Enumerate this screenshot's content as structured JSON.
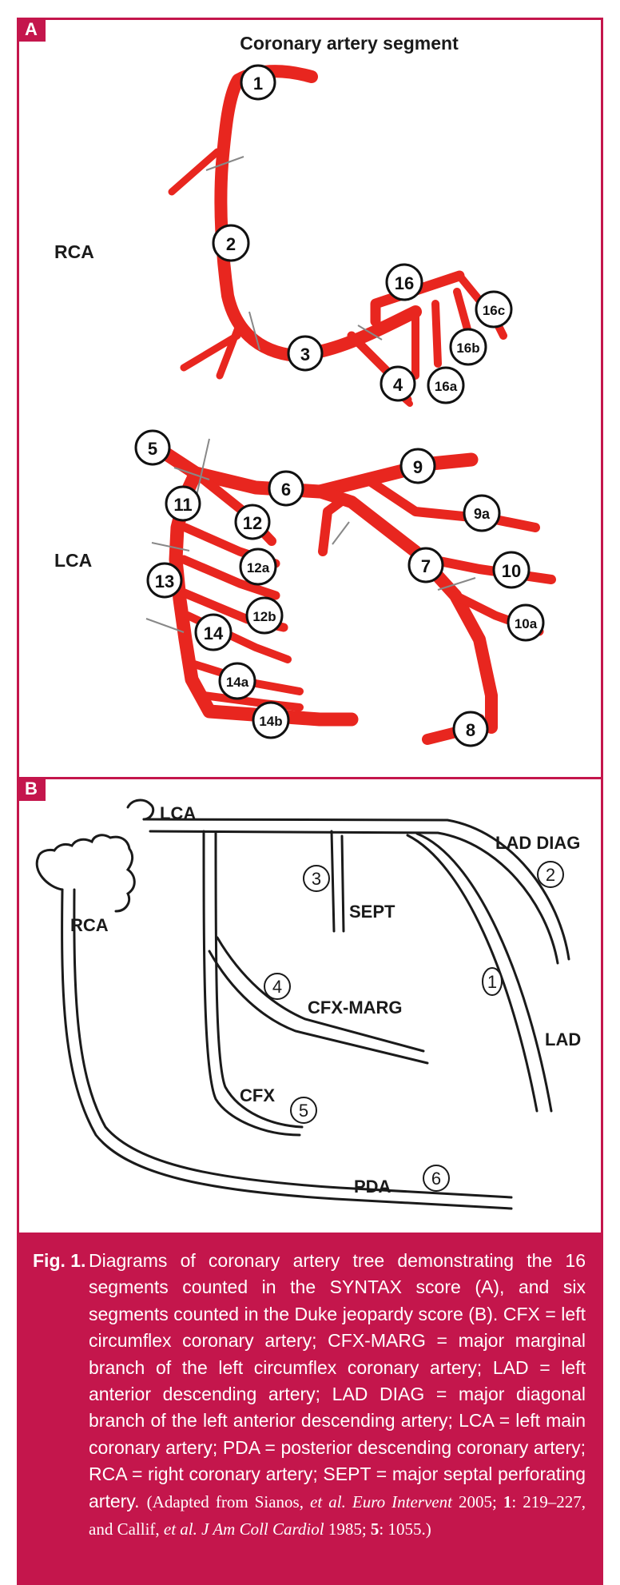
{
  "panel_a": {
    "tag": "A",
    "title": "Coronary artery segment",
    "rca_label": "RCA",
    "lca_label": "LCA",
    "segments": [
      "1",
      "2",
      "3",
      "4",
      "16",
      "16a",
      "16b",
      "16c",
      "5",
      "6",
      "7",
      "8",
      "9",
      "9a",
      "10",
      "10a",
      "11",
      "12",
      "12a",
      "12b",
      "13",
      "14",
      "14a",
      "14b"
    ]
  },
  "panel_b": {
    "tag": "B",
    "labels": {
      "lca": "LCA",
      "rca": "RCA",
      "sept": "SEPT",
      "cfx_marg": "CFX-MARG",
      "cfx": "CFX",
      "lad_diag": "LAD DIAG",
      "lad": "LAD",
      "pda": "PDA"
    },
    "numbers": [
      "1",
      "2",
      "3",
      "4",
      "5",
      "6"
    ]
  },
  "caption": {
    "label": "Fig. 1.",
    "text": "Diagrams of coronary artery tree demonstrating the 16 segments counted in the SYNTAX score (A), and six segments counted in the Duke jeopardy score (B). CFX = left circumflex coronary artery; CFX-MARG = major marginal branch of the left circumflex coronary artery; LAD = left anterior descending artery; LAD DIAG = major diagonal branch of the left anterior descending artery; LCA = left main coronary artery; PDA = posterior descending coronary artery; RCA = right coronary artery; SEPT = major septal perforating artery.",
    "ref_open": "(Adapted from Sianos, ",
    "ref_etal1": "et al. Euro Intervent",
    "ref_mid1": " 2005; ",
    "ref_bold1": "1",
    "ref_mid2": ": 219–227, and Callif, ",
    "ref_etal2": "et al. J Am Coll Cardiol",
    "ref_mid3": " 1985; ",
    "ref_bold2": "5",
    "ref_close": ": 1055.)"
  },
  "colors": {
    "accent": "#c4164c",
    "artery": "#e8261f"
  }
}
